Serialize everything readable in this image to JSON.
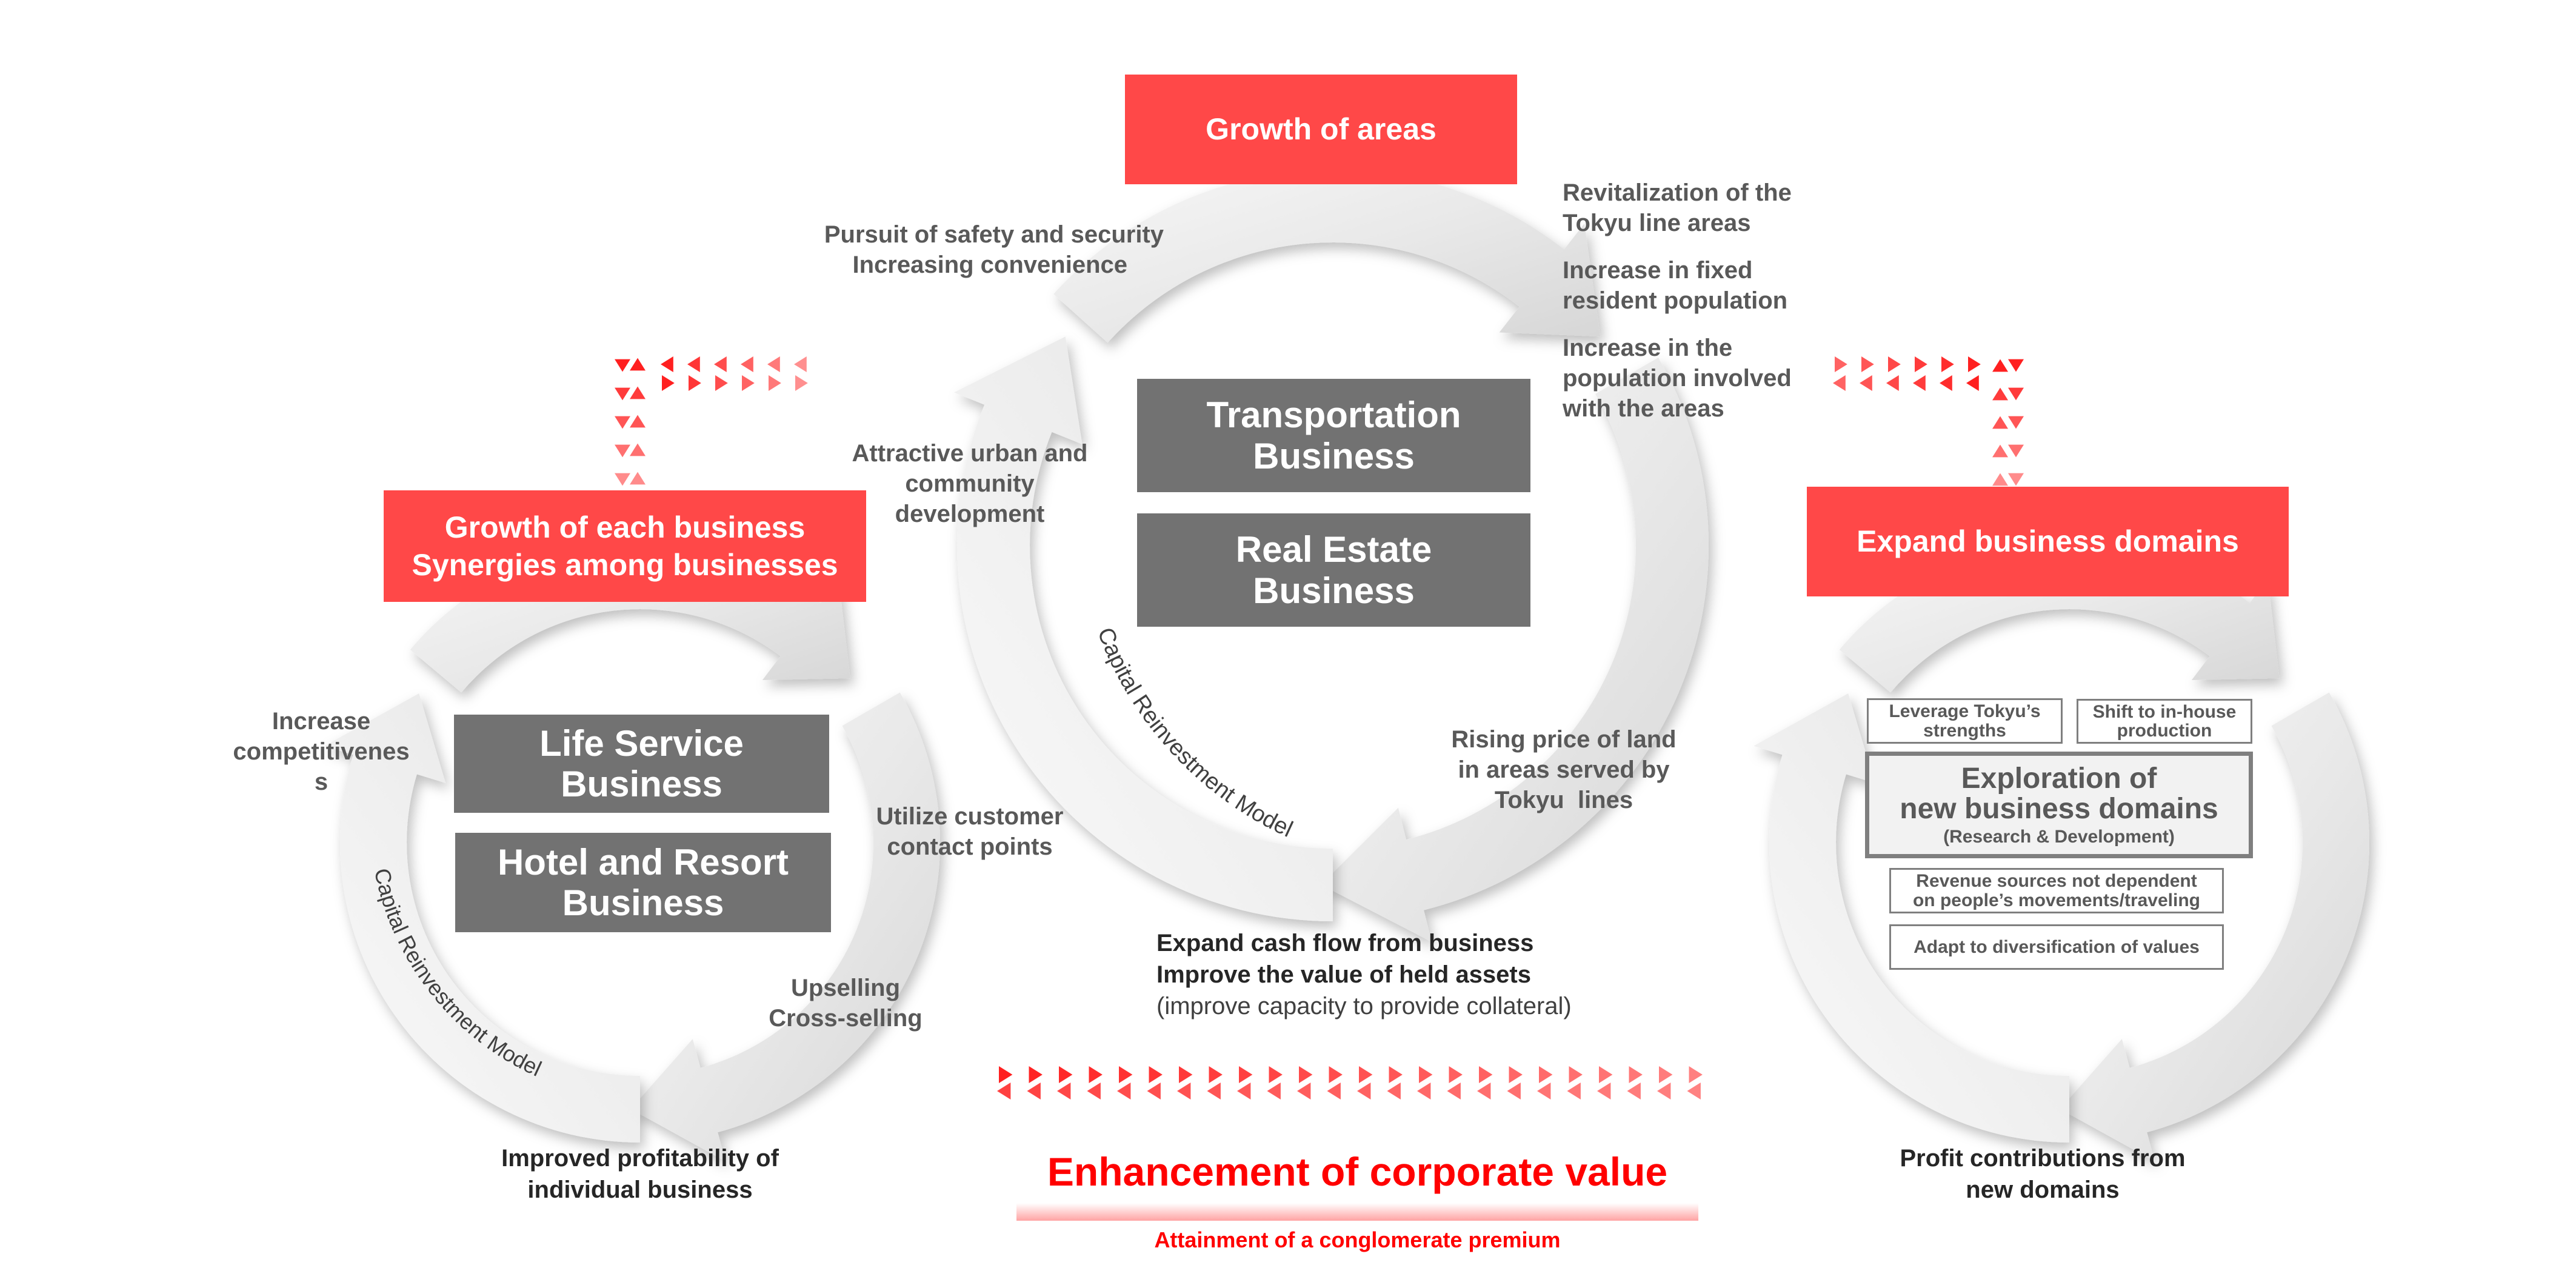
{
  "colors": {
    "accent_red": "#ff4848",
    "title_red": "#ff0000",
    "box_grey": "#727272",
    "text_grey": "#595959",
    "text_dark": "#262626"
  },
  "center_cycle": {
    "header": "Growth of areas",
    "businesses": [
      {
        "line1": "Transportation",
        "line2": "Business"
      },
      {
        "line1": "Real Estate",
        "line2": "Business"
      }
    ],
    "left_top_label": [
      "Pursuit of safety and security",
      "Increasing convenience"
    ],
    "left_mid_label": [
      "Attractive urban and",
      "community",
      "development"
    ],
    "right_labels": [
      [
        "Revitalization of the",
        "Tokyu line areas"
      ],
      [
        "Increase in fixed",
        "resident population"
      ],
      [
        "Increase in the",
        "population involved",
        "with the areas"
      ]
    ],
    "bottom_right_label": [
      "Rising price of land",
      "in areas served by",
      "Tokyu  lines"
    ],
    "arc_label": "Capital Reinvestment Model",
    "outcome": {
      "line1": "Expand cash flow from business",
      "line2": "Improve the value of held assets",
      "note": "(improve capacity to provide collateral)"
    }
  },
  "left_cycle": {
    "header": [
      "Growth of each business",
      "Synergies among businesses"
    ],
    "businesses": [
      {
        "line1": "Life Service",
        "line2": "Business"
      },
      {
        "line1": "Hotel and Resort",
        "line2": "Business"
      }
    ],
    "left_label": [
      "Increase",
      "competitivenes",
      "s"
    ],
    "right_labels": [
      [
        "Utilize customer",
        "contact points"
      ],
      [
        "Upselling",
        "Cross-selling"
      ]
    ],
    "arc_label": "Capital Reinvestment Model",
    "outcome": [
      "Improved profitability of",
      "individual business"
    ]
  },
  "right_cycle": {
    "header": "Expand business domains",
    "small_boxes": [
      [
        "Leverage Tokyu’s",
        "strengths"
      ],
      [
        "Shift to in-house",
        "production"
      ]
    ],
    "main_box": {
      "line1": "Exploration of",
      "line2": "new business domains",
      "sub": "(Research & Development)"
    },
    "lower_boxes": [
      [
        "Revenue sources not dependent",
        "on people’s movements/traveling"
      ],
      [
        "Adapt to diversification of values"
      ]
    ],
    "outcome": [
      "Profit contributions from",
      "new domains"
    ]
  },
  "goal": {
    "title": "Enhancement of corporate value",
    "subtitle": "Attainment of a conglomerate premium"
  },
  "connectors": {
    "bottom_triangle_pairs": 24,
    "left_horizontal_pairs": 6,
    "left_vertical_pairs": 5,
    "right_horizontal_pairs": 6,
    "right_vertical_pairs": 5
  }
}
